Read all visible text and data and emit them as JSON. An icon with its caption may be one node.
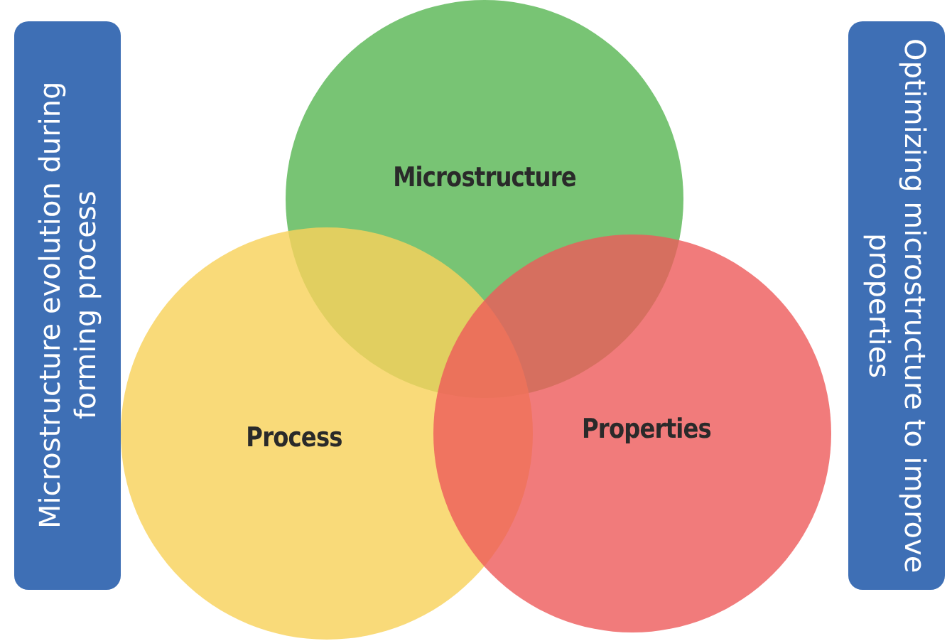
{
  "diagram": {
    "nodes": [
      {
        "text": [
          "Microstructure evolution during forming process"
        ]
      },
      {
        "text": [
          "Microstructure"
        ]
      },
      {
        "text": [
          "Process"
        ]
      },
      {
        "text": [
          "Properties"
        ]
      },
      {
        "text": [
          "Optimizing microstructure to improve properties"
        ]
      }
    ]
  }
}
